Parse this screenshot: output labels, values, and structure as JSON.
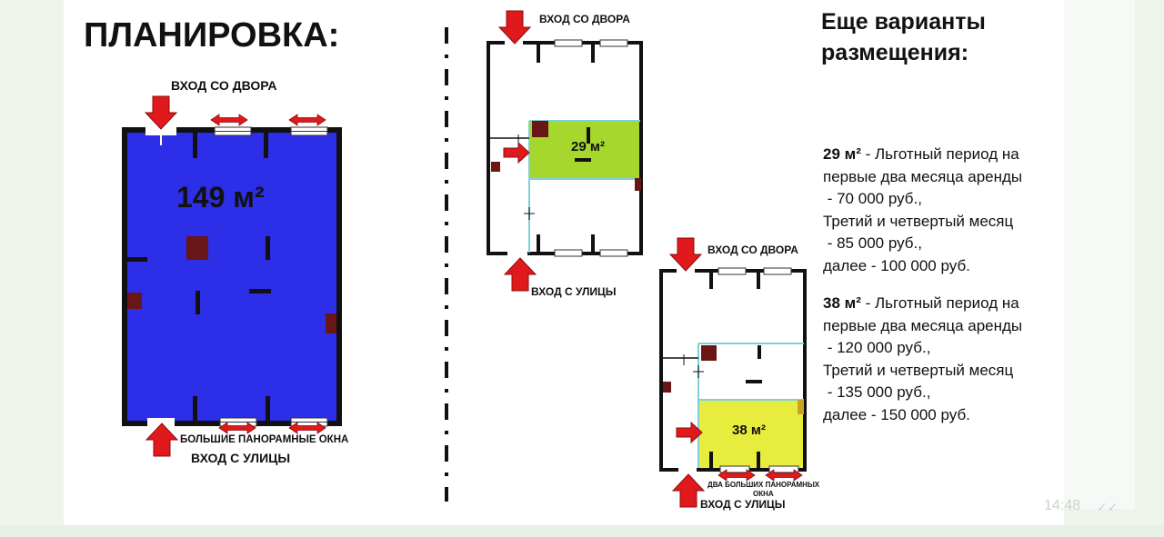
{
  "plan": {
    "title": "ПЛАНИРОВКА:",
    "area_label": "149 м²",
    "top_entrance": "ВХОД СО ДВОРА",
    "bottom_windows": "БОЛЬШИЕ ПАНОРАМНЫЕ ОКНА",
    "bottom_entrance": "ВХОД С УЛИЦЫ"
  },
  "variant_29": {
    "top_entrance": "ВХОД СО ДВОРА",
    "bottom_entrance": "ВХОД С УЛИЦЫ",
    "area_label": "29 м²"
  },
  "variant_38": {
    "top_entrance": "ВХОД СО ДВОРА",
    "area_label": "38 м²",
    "bottom_windows_line1": "ДВА БОЛЬШИХ ПАНОРАМНЫХ",
    "bottom_windows_line2": "ОКНА",
    "bottom_entrance": "ВХОД С УЛИЦЫ"
  },
  "options": {
    "title_line1": "Еще варианты",
    "title_line2": "размещения:",
    "offer_29": {
      "area": "29 м²",
      "line1": " - Льготный период на",
      "line2": "первые два месяца аренды",
      "line3": " - 70 000 руб.,",
      "line4": "Третий и четвертый месяц",
      "line5": " - 85 000 руб.,",
      "line6": "далее - 100 000 руб."
    },
    "offer_38": {
      "area": "38 м²",
      "line1": " - Льготный период на",
      "line2": "первые два месяца аренды",
      "line3": " - 120 000 руб.,",
      "line4": "Третий и четвертый месяц",
      "line5": " - 135 000 руб.,",
      "line6": "далее - 150 000 руб."
    }
  },
  "overlay": {
    "time": "14:48",
    "ticks": "✓✓"
  },
  "colors": {
    "plan_fill": "#2c2ee8",
    "variant_29_fill": "#a6d72c",
    "variant_38_fill": "#e8ec3c",
    "arrow": "#e0191c",
    "column": "#6b1616",
    "partition": "#7fd0d6"
  }
}
